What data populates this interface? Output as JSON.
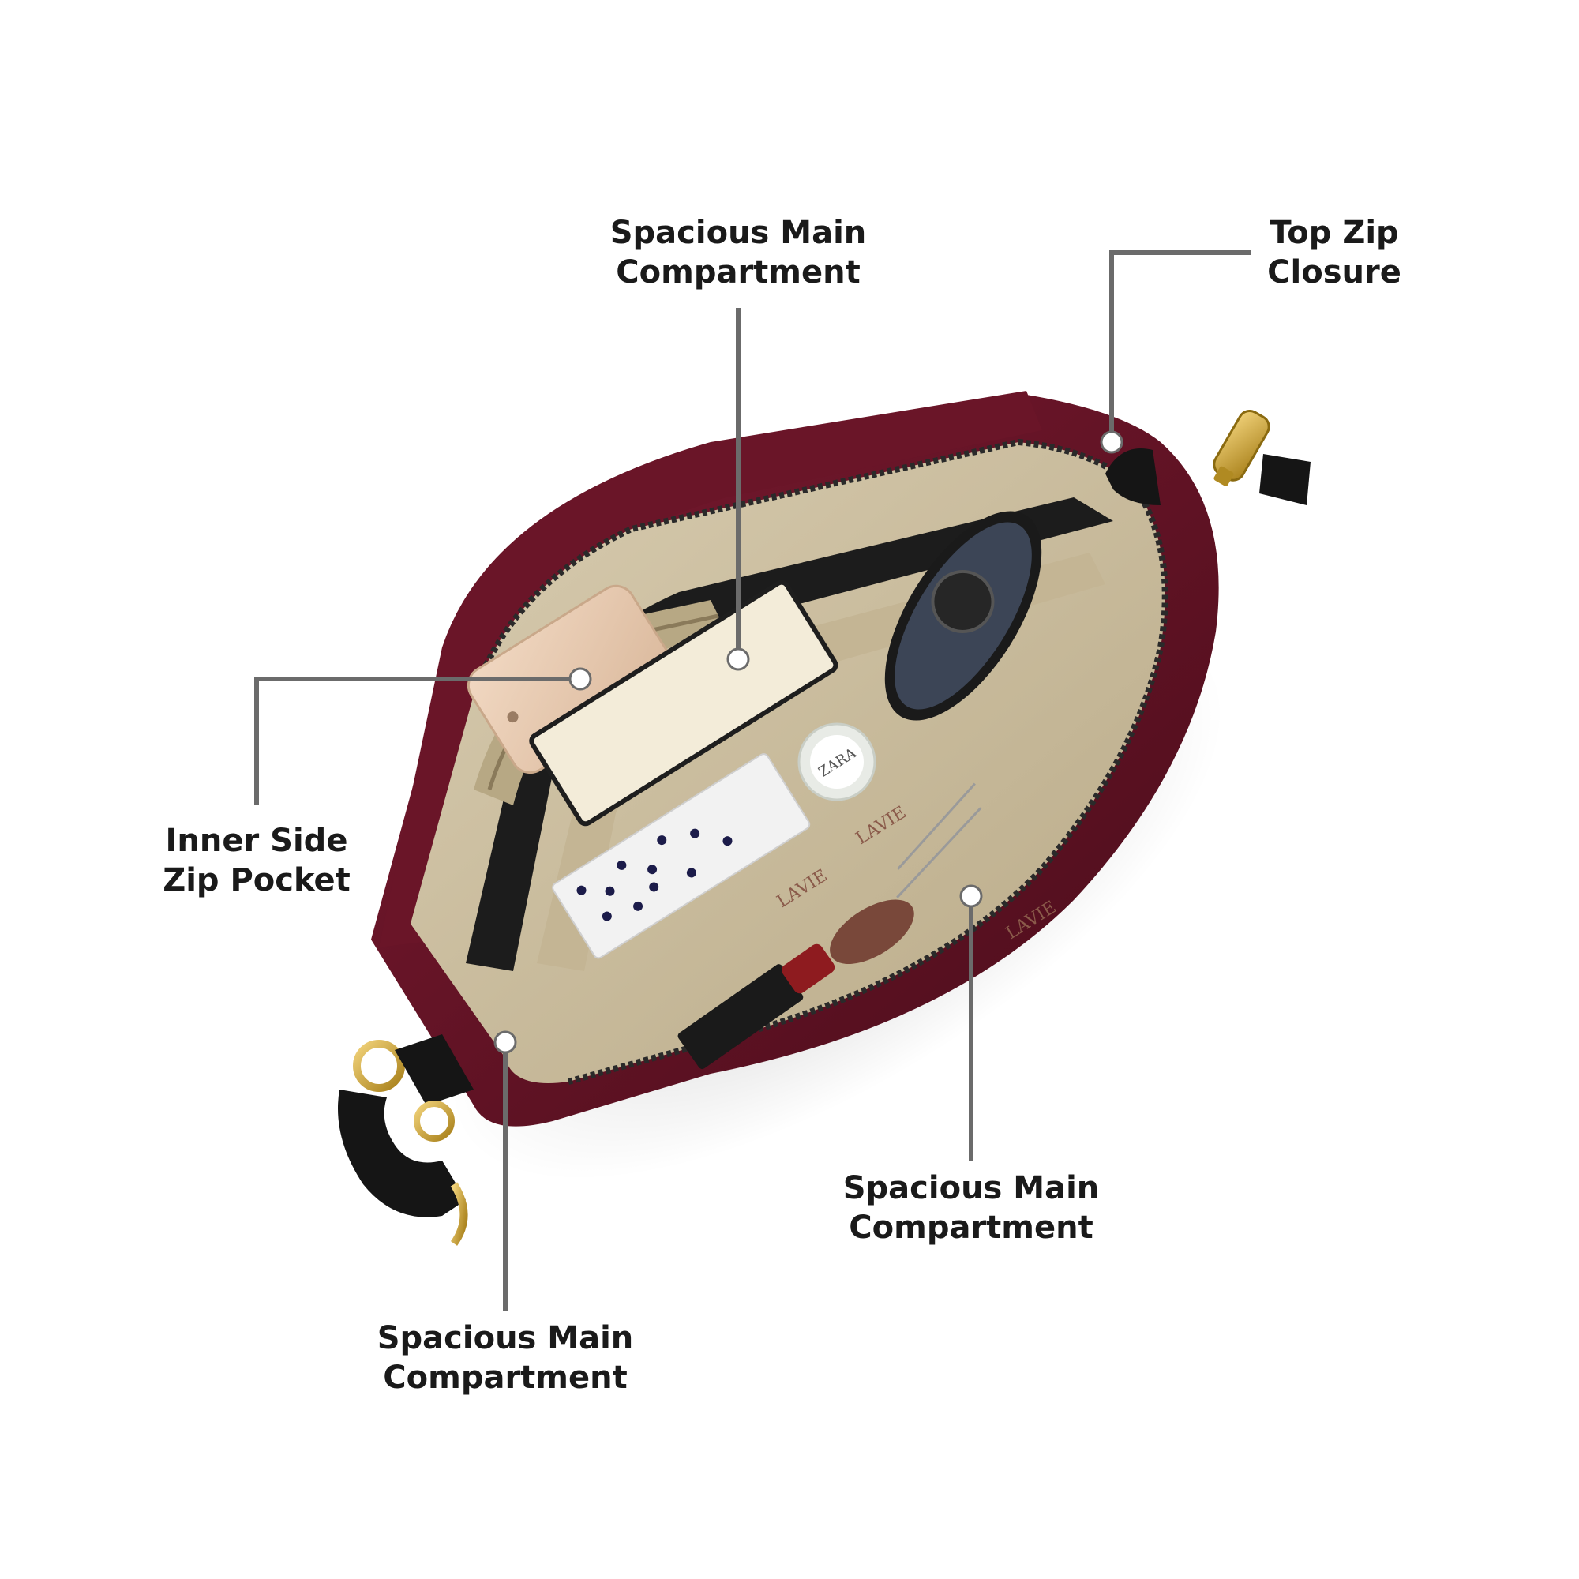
{
  "callouts": {
    "top_main": {
      "line1": "Spacious Main",
      "line2": "Compartment"
    },
    "top_zip": {
      "line1": "Top Zip",
      "line2": "Closure"
    },
    "inner_side": {
      "line1": "Inner Side",
      "line2": "Zip Pocket"
    },
    "right_main": {
      "line1": "Spacious Main",
      "line2": "Compartment"
    },
    "bottom_main": {
      "line1": "Spacious Main",
      "line2": "Compartment"
    }
  },
  "product": {
    "brand_lining": "LAVIE",
    "bottle_cap_text": "ZARA"
  },
  "colors": {
    "bag_leather": "#5e1224",
    "lining": "#cdbf9f",
    "zipper": "#2a2a2a",
    "hardware_gold": "#c9a227",
    "strap": "#111111",
    "callout_line": "#6b6b6b",
    "label_text": "#1a1a1a"
  }
}
